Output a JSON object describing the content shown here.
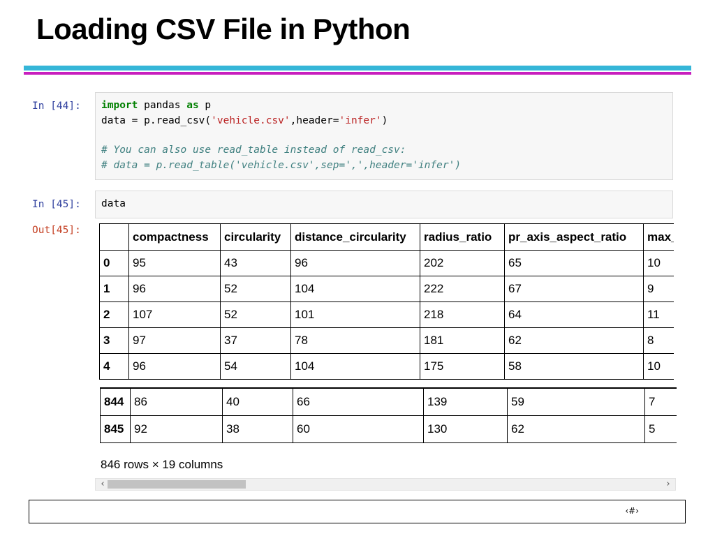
{
  "slide": {
    "title": "Loading CSV File in Python",
    "number": "‹#›"
  },
  "cells": {
    "in44_prompt": "In [44]:",
    "in44_lines": {
      "l1_kw1": "import",
      "l1_mid": " pandas ",
      "l1_kw2": "as",
      "l1_end": " p",
      "l2_start": "data = p.read_csv(",
      "l2_str1": "'vehicle.csv'",
      "l2_mid": ",header=",
      "l2_str2": "'infer'",
      "l2_end": ")",
      "c1": "# You can also use read_table instead of read_csv:",
      "c2": "# data = p.read_table('vehicle.csv',sep=',',header='infer')"
    },
    "in45_prompt": "In [45]:",
    "in45_code": "data",
    "out45_prompt": "Out[45]:"
  },
  "dataframe": {
    "columns": [
      "",
      "compactness",
      "circularity",
      "distance_circularity",
      "radius_ratio",
      "pr_axis_aspect_ratio",
      "max_"
    ],
    "head_rows": [
      [
        "0",
        "95",
        "43",
        "96",
        "202",
        "65",
        "10"
      ],
      [
        "1",
        "96",
        "52",
        "104",
        "222",
        "67",
        "9"
      ],
      [
        "2",
        "107",
        "52",
        "101",
        "218",
        "64",
        "11"
      ],
      [
        "3",
        "97",
        "37",
        "78",
        "181",
        "62",
        "8"
      ],
      [
        "4",
        "96",
        "54",
        "104",
        "175",
        "58",
        "10"
      ]
    ],
    "tail_rows": [
      [
        "844",
        "86",
        "40",
        "66",
        "139",
        "59",
        "7"
      ],
      [
        "845",
        "92",
        "38",
        "60",
        "130",
        "62",
        "5"
      ]
    ],
    "shape_text": "846 rows × 19 columns"
  },
  "scrollbar": {
    "left_arrow": "‹",
    "right_arrow": "›"
  }
}
